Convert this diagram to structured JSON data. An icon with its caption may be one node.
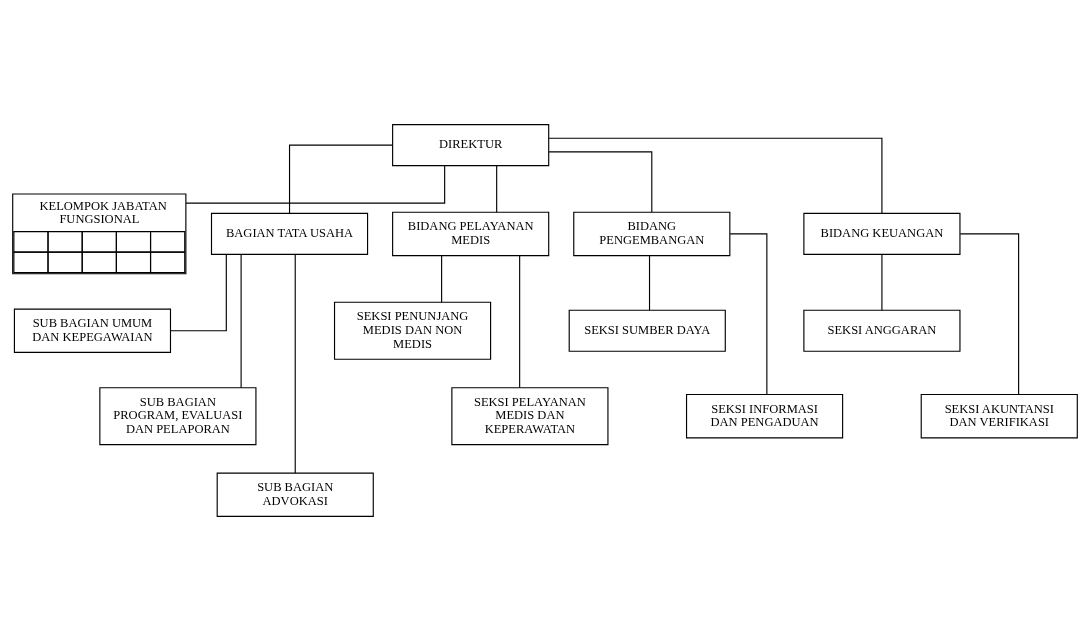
{
  "diagram": {
    "nodes": [
      {
        "text": [
          "DIREKTUR"
        ]
      },
      {
        "text": [
          "KELOMPOK JABATAN FUNGSIONAL"
        ]
      },
      {
        "text": [
          "BAGIAN TATA USAHA"
        ]
      },
      {
        "text": [
          "BIDANG PELAYANAN MEDIS"
        ]
      },
      {
        "text": [
          "BIDANG PENGEMBANGAN"
        ]
      },
      {
        "text": [
          "BIDANG KEUANGAN"
        ]
      },
      {
        "text": [
          "SUB BAGIAN UMUM DAN KEPEGAWAIAN"
        ]
      },
      {
        "text": [
          "SUB BAGIAN PROGRAM, EVALUASI DAN PELAPORAN"
        ]
      },
      {
        "text": [
          "SUB BAGIAN ADVOKASI"
        ]
      },
      {
        "text": [
          "SEKSI PENUNJANG MEDIS DAN NON MEDIS"
        ]
      },
      {
        "text": [
          "SEKSI PELAYANAN MEDIS DAN KEPERAWATAN"
        ]
      },
      {
        "text": [
          "SEKSI SUMBER DAYA"
        ]
      },
      {
        "text": [
          "SEKSI INFORMASI DAN PENGADUAN"
        ]
      },
      {
        "text": [
          "SEKSI ANGGARAN"
        ]
      },
      {
        "text": [
          "SEKSI AKUNTANSI DAN VERIFIKASI"
        ]
      }
    ],
    "edges": [
      {
        "from": 0,
        "to": 1,
        "arrow": "none"
      },
      {
        "from": 0,
        "to": 2,
        "arrow": "none"
      },
      {
        "from": 0,
        "to": 3,
        "arrow": "none"
      },
      {
        "from": 0,
        "to": 4,
        "arrow": "none"
      },
      {
        "from": 0,
        "to": 5,
        "arrow": "none"
      },
      {
        "from": 2,
        "to": 6,
        "arrow": "none"
      },
      {
        "from": 2,
        "to": 7,
        "arrow": "none"
      },
      {
        "from": 2,
        "to": 8,
        "arrow": "none"
      },
      {
        "from": 3,
        "to": 9,
        "arrow": "none"
      },
      {
        "from": 3,
        "to": 10,
        "arrow": "none"
      },
      {
        "from": 4,
        "to": 11,
        "arrow": "none"
      },
      {
        "from": 4,
        "to": 12,
        "arrow": "none"
      },
      {
        "from": 5,
        "to": 13,
        "arrow": "none"
      },
      {
        "from": 5,
        "to": 14,
        "arrow": "none"
      }
    ]
  }
}
